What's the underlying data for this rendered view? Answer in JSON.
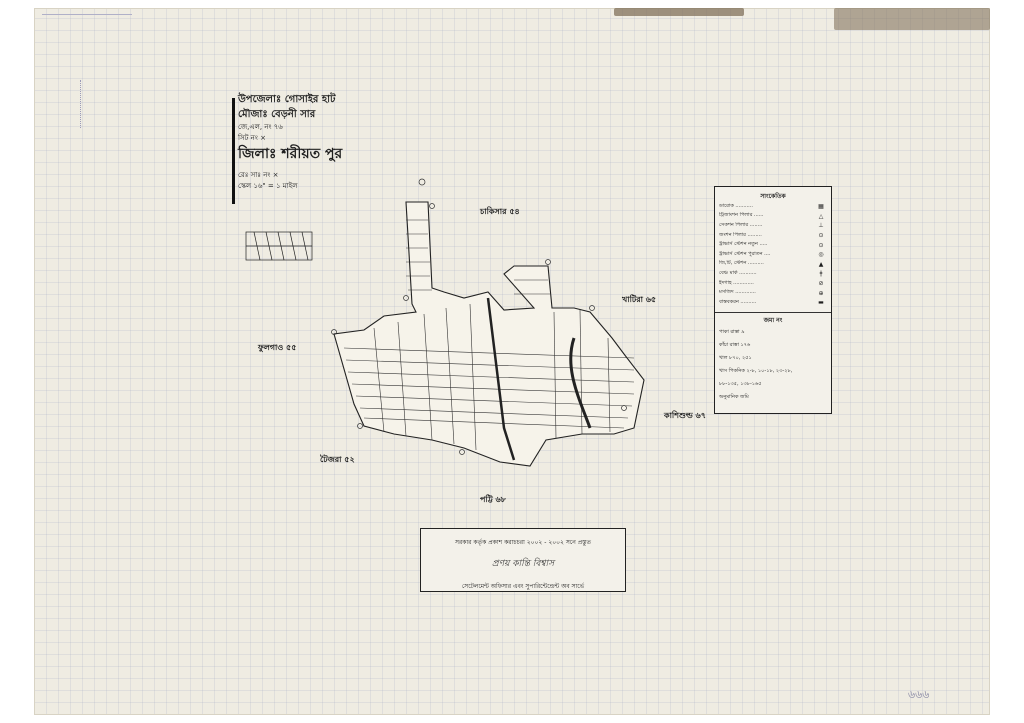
{
  "header": {
    "upazila": "উপজেলাঃ গোসাইর হাট",
    "mouza": "মৌজাঃ বেড়নী সার",
    "jl_no": "জে,এল, নং ৭৬",
    "sheet_no": "সিট নং ×",
    "district": "জিলাঃ শরীয়ত পুর",
    "sheet_no2": "রেঃ সাঃ নং ×",
    "scale": "স্কেল ১৬\" = ১ মাইল"
  },
  "adjacent_mouzas": {
    "north": "চাকিসার ৫৪",
    "northeast": "খাটিরা ৬৫",
    "west": "ফুলগাও ৫৫",
    "east": "কাশিশুল্ড ৬৭",
    "south": "টৈজরা ৫২",
    "south2": "পট্টি ৬৮"
  },
  "legend": {
    "title": "সাংকেতিক",
    "rows": [
      {
        "label": "ডারোক ...........",
        "symbol": "▦"
      },
      {
        "label": "ট্রিজাংশন পিলার ......",
        "symbol": "△"
      },
      {
        "label": "সেকশন পিলার ........",
        "symbol": "⊥"
      },
      {
        "label": "জংশন পিলার .........",
        "symbol": "⊙"
      },
      {
        "label": "ট্রাভার্স স্টেশন নতুন .....",
        "symbol": "⊙"
      },
      {
        "label": "ট্রাভার্স স্টেশন পুরাতন ....",
        "symbol": "◎"
      },
      {
        "label": "জি,টি, স্টেশন ..........",
        "symbol": "▲"
      },
      {
        "label": "বেঞ্চ মার্ক ...........",
        "symbol": "ǂ"
      },
      {
        "label": "ইদগাহ .............",
        "symbol": "⊘"
      },
      {
        "label": "মসজিদ .............",
        "symbol": "⊕"
      },
      {
        "label": "বাস্তবকরন ..........",
        "symbol": "▬"
      }
    ],
    "sub_title": "জমা নং",
    "info": [
      "পাকা রাস্তা ৯",
      "কাঁচা রাস্তা ১৭৬",
      "খাল ৮৭০, ২৫১",
      "খাস পিকনিক ২-৮, ১০-১৮, ২৩-২৮,",
      "৮৮-১৩৫, ১৩৮-১৬৫",
      "অনুমানিক জমি"
    ]
  },
  "stamp": {
    "line1": "সরকার কর্তৃক প্রকাশ করাচচরা ২০০২ - ২০০২ সনে প্রস্তুত",
    "signature": "প্রণয় কান্তি বিশ্বাস",
    "line3": "সেটেলমেন্ট অফিসার এবং সুপারিন্টেন্ডেন্ট অব সার্ভে"
  },
  "corner_number": "৬৬৬"
}
